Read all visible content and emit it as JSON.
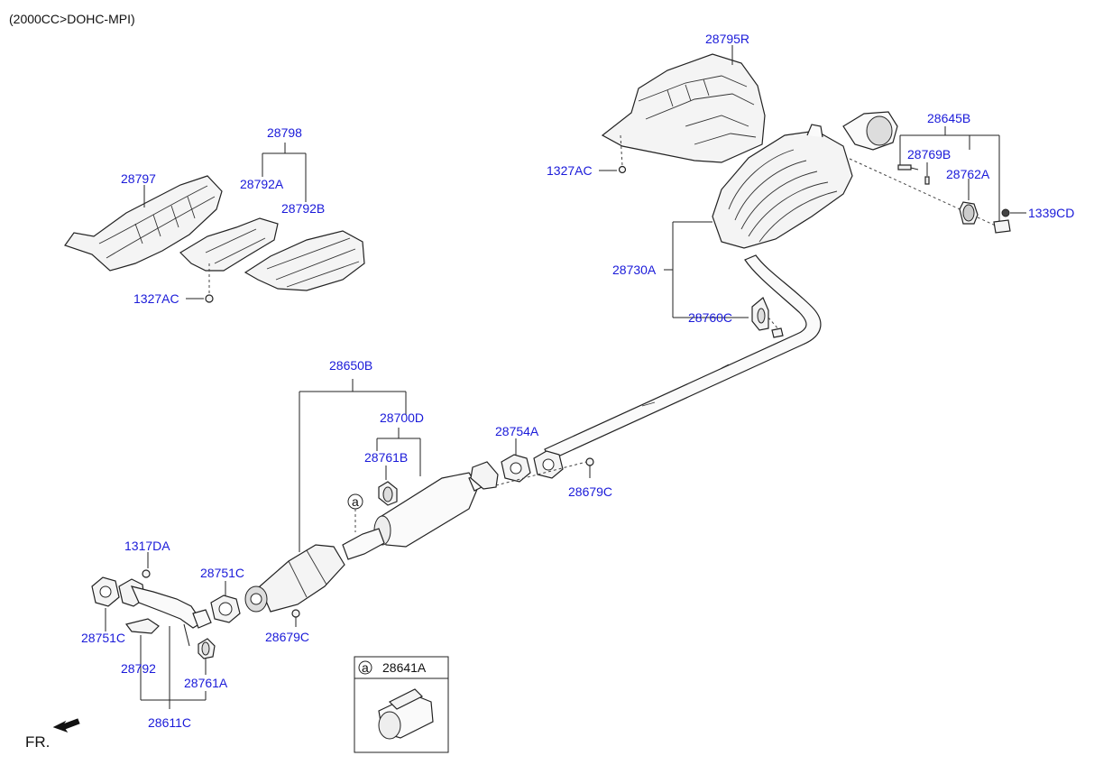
{
  "header": {
    "engine": "(2000CC>DOHC-MPI)"
  },
  "direction": {
    "label": "FR."
  },
  "callout": {
    "marker": "a"
  },
  "inset": {
    "marker": "a",
    "part": "28641A"
  },
  "parts": {
    "p28795R": "28795R",
    "p1327AC_top": "1327AC",
    "p28645B": "28645B",
    "p28769B": "28769B",
    "p28762A": "28762A",
    "p1339CD": "1339CD",
    "p28730A": "28730A",
    "p28760C": "28760C",
    "p28798": "28798",
    "p28797": "28797",
    "p28792A": "28792A",
    "p28792B": "28792B",
    "p1327AC_left": "1327AC",
    "p28650B": "28650B",
    "p28700D": "28700D",
    "p28761B": "28761B",
    "p28754A": "28754A",
    "p28679C_right": "28679C",
    "p1317DA": "1317DA",
    "p28751C_mid": "28751C",
    "p28751C_left": "28751C",
    "p28679C_left": "28679C",
    "p28792": "28792",
    "p28761A": "28761A",
    "p28611C": "28611C"
  }
}
